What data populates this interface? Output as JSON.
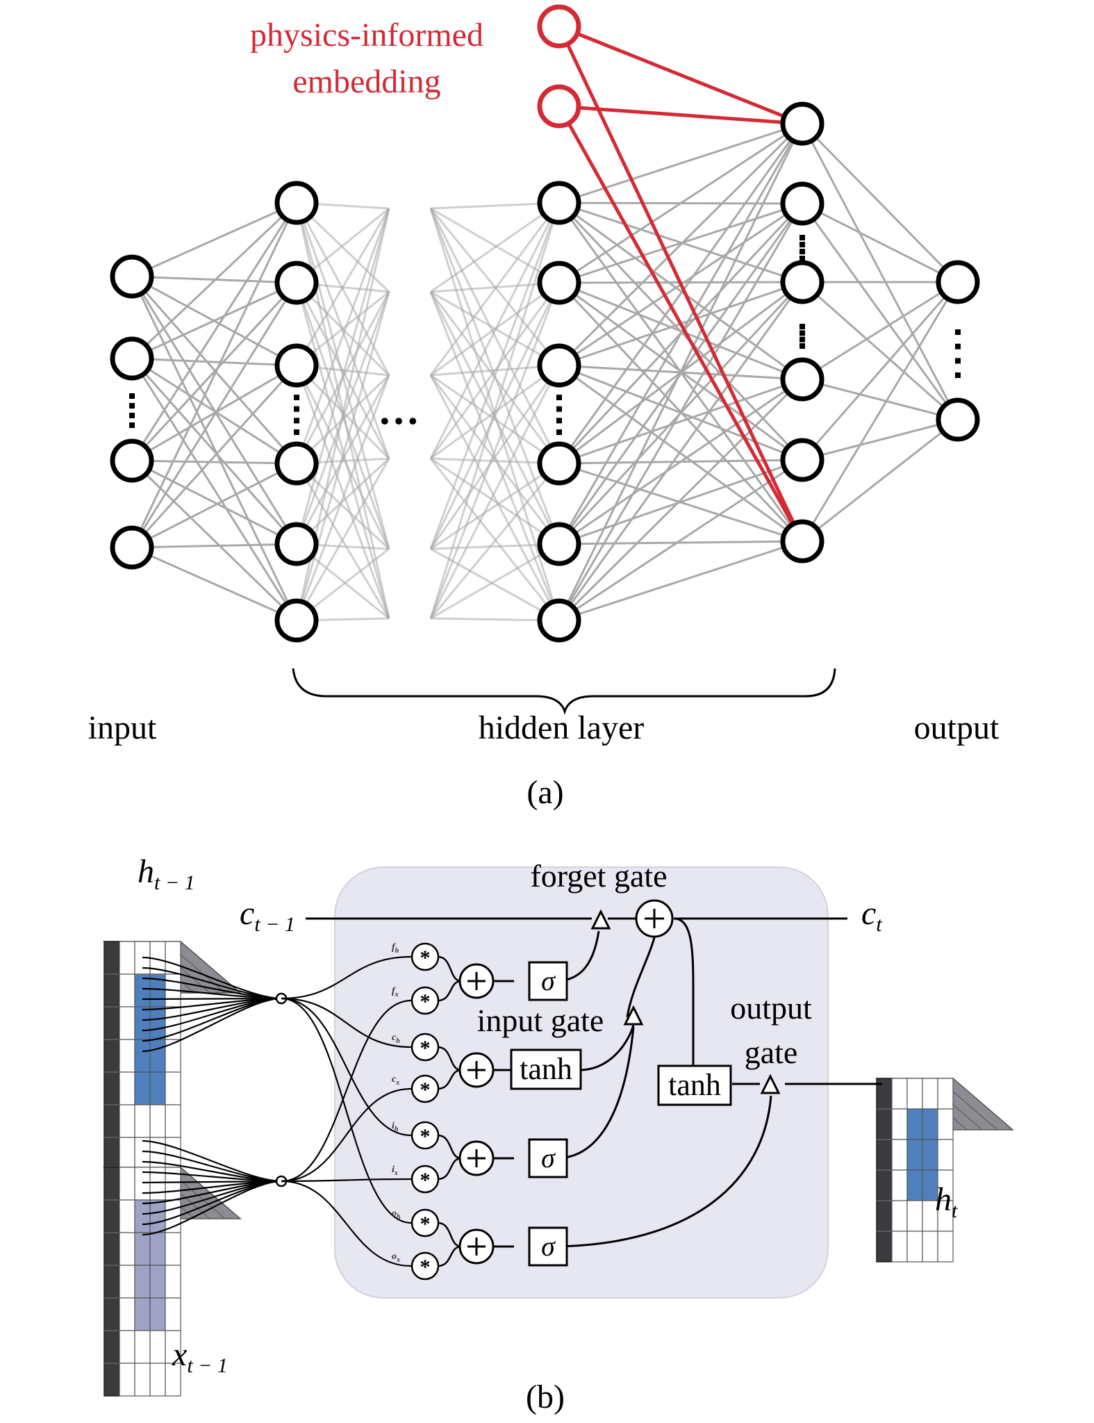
{
  "panel_a": {
    "embedding_label_line1": "physics-informed",
    "embedding_label_line2": "embedding",
    "hidden_dots": "…",
    "label_input": "input",
    "label_hidden": "hidden layer",
    "label_output": "output",
    "caption": "(a)",
    "colors": {
      "embedding": "#d42a35",
      "edge": "#a8a8a8",
      "node": "#000000"
    }
  },
  "panel_b": {
    "h_prev": "h",
    "h_prev_sub": "t − 1",
    "x_prev": "x",
    "x_prev_sub": "t − 1",
    "c_prev": "c",
    "c_prev_sub": "t − 1",
    "c_t": "c",
    "c_t_sub": "t",
    "h_t": "h",
    "h_t_sub": "t",
    "forget_gate": "forget gate",
    "input_gate": "input gate",
    "output_gate_line1": "output",
    "output_gate_line2": "gate",
    "sigma": "σ",
    "tanh": "tanh",
    "weights": [
      {
        "base": "f",
        "sub": "h"
      },
      {
        "base": "f",
        "sub": "x"
      },
      {
        "base": "c",
        "sub": "h"
      },
      {
        "base": "c",
        "sub": "x"
      },
      {
        "base": "i",
        "sub": "h"
      },
      {
        "base": "i",
        "sub": "x"
      },
      {
        "base": "o",
        "sub": "h"
      },
      {
        "base": "o",
        "sub": "x"
      }
    ],
    "caption": "(b)",
    "colors": {
      "cell_bg": "#e7e7f1",
      "h_fill": "#4f80bd",
      "x_fill": "#9fa4c6",
      "dark": "#3a3b3f"
    }
  }
}
